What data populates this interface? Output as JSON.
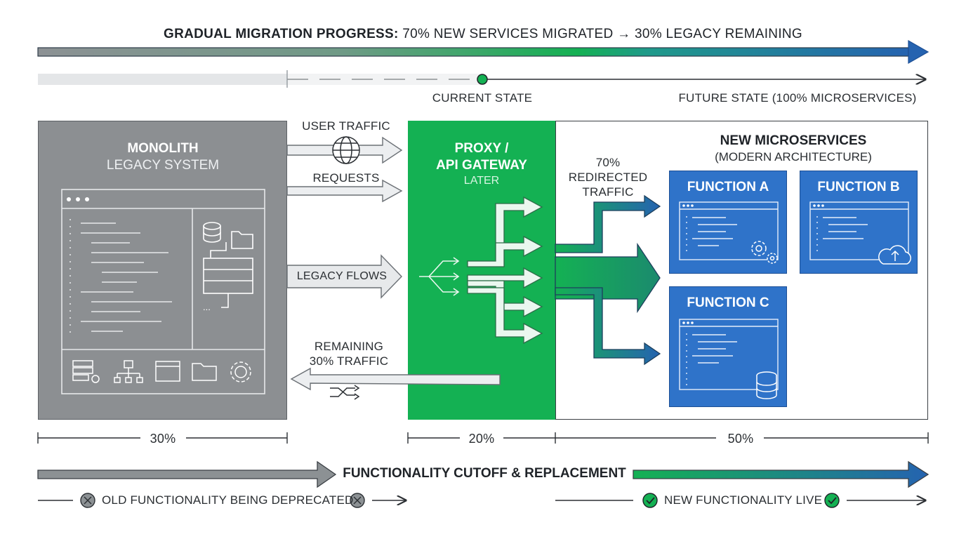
{
  "header": {
    "title_bold": "GRADUAL MIGRATION PROGRESS:",
    "title_rest": "70% NEW SERVICES MIGRATED → 30% LEGACY REMAINING"
  },
  "timeline": {
    "current_label": "CURRENT STATE",
    "future_label": "FUTURE STATE (100% MICROSERVICES)"
  },
  "monolith": {
    "title": "MONOLITH",
    "subtitle": "LEGACY SYSTEM",
    "ellipsis": "...",
    "share": "30%"
  },
  "flows": {
    "user_traffic": "USER TRAFFIC",
    "requests": "REQUESTS",
    "legacy_flows": "LEGACY FLOWS",
    "remaining_line1": "REMAINING",
    "remaining_line2": "30% TRAFFIC"
  },
  "proxy": {
    "title_line1": "PROXY /",
    "title_line2": "API GATEWAY",
    "subtitle": "LATER",
    "share": "20%"
  },
  "redirect": {
    "line1": "70%",
    "line2": "REDIRECTED",
    "line3": "TRAFFIC"
  },
  "microservices": {
    "title": "NEW MICROSERVICES",
    "subtitle": "(MODERN ARCHITECTURE)",
    "share": "50%",
    "functions": [
      {
        "name": "FUNCTION A",
        "icon": "gears-icon"
      },
      {
        "name": "FUNCTION B",
        "icon": "cloud-upload-icon"
      },
      {
        "name": "FUNCTION C",
        "icon": "database-icon"
      }
    ]
  },
  "footer": {
    "cutoff": "FUNCTIONALITY CUTOFF & REPLACEMENT",
    "deprecated": "OLD FUNCTIONALITY BEING DEPRECATED",
    "live": "NEW FUNCTIONALITY LIVE"
  },
  "colors": {
    "legacy_gray": "#8c8f92",
    "proxy_green": "#14b153",
    "service_blue": "#2f73c9",
    "arrow_blue": "#2563b0"
  }
}
